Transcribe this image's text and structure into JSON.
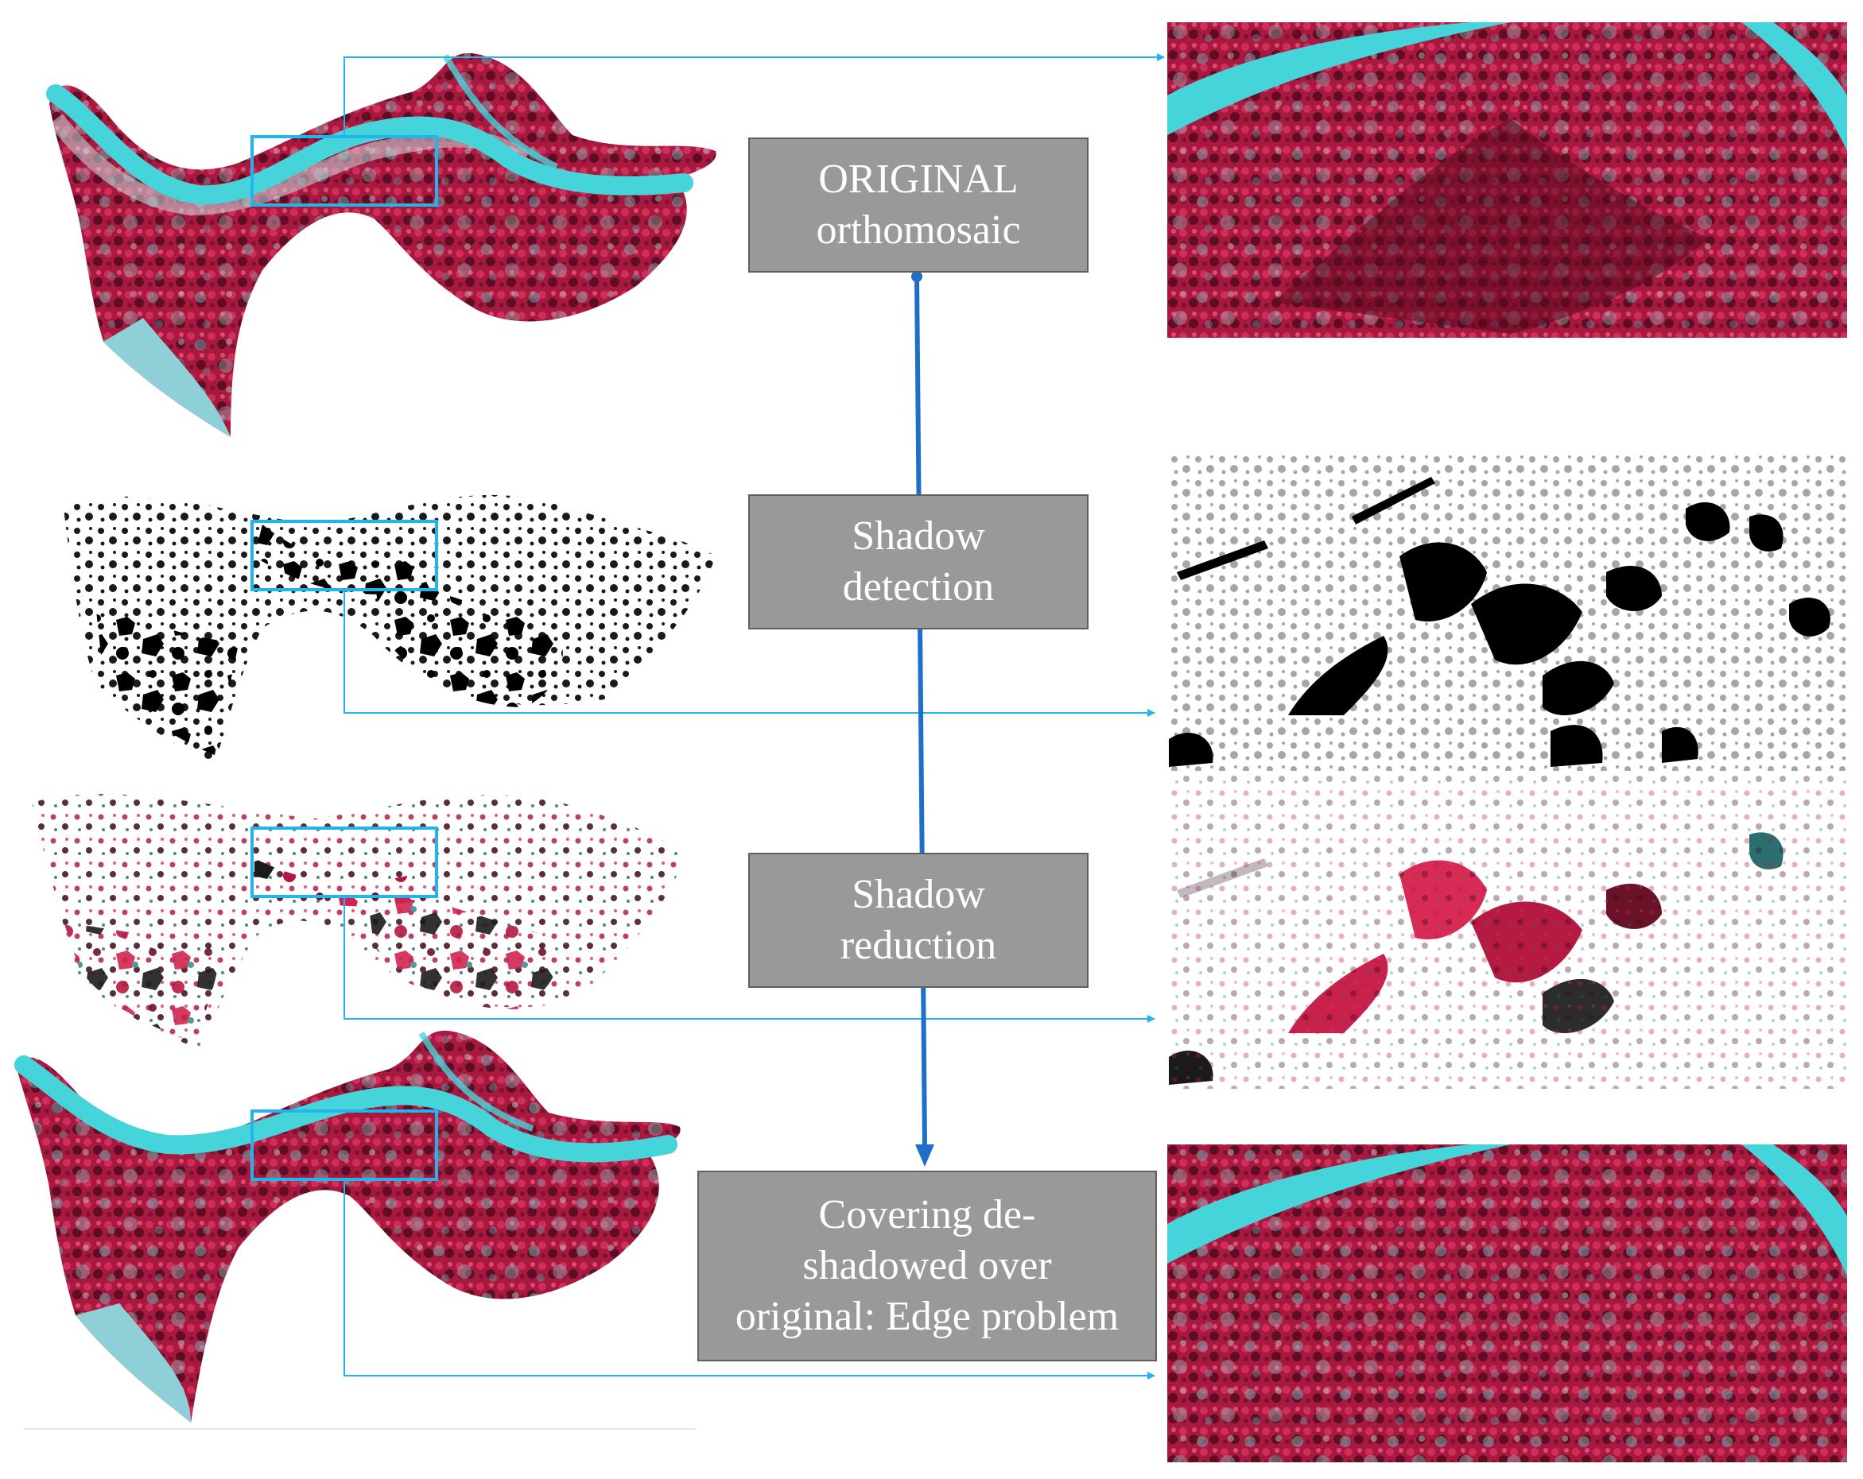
{
  "steps": [
    {
      "label": "ORIGINAL\northomosaic"
    },
    {
      "label": "Shadow\ndetection"
    },
    {
      "label": "Shadow\nreduction"
    },
    {
      "label": "Covering de-\nshadowed over\noriginal: Edge problem"
    }
  ],
  "colors": {
    "callout": "#21b5ec",
    "flow": "#1f6fc8",
    "box_fill": "#999999",
    "box_border": "#5f5f5f",
    "vegetation": "#a8193f",
    "river": "#46d4db",
    "shadow": "#000000"
  }
}
